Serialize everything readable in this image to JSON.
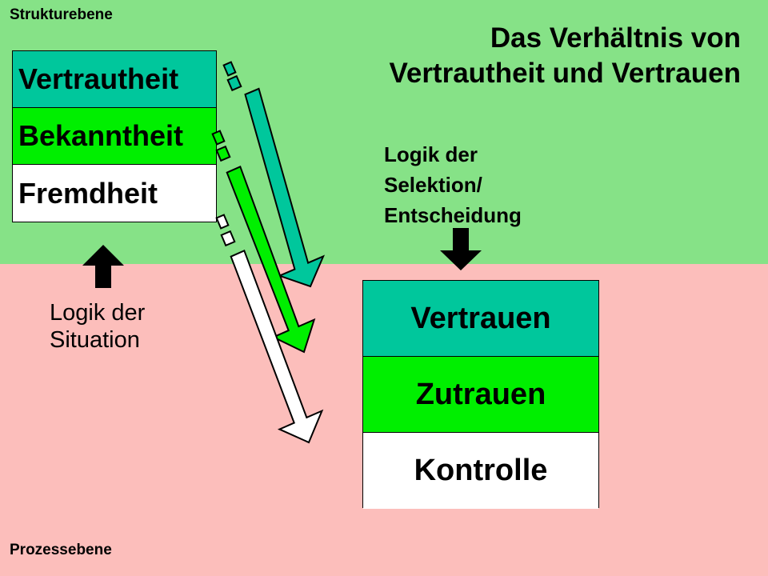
{
  "levels": {
    "structure": "Strukturebene",
    "process": "Prozessebene"
  },
  "title": {
    "line1": "Das Verhältnis von",
    "line2": "Vertrautheit und Vertrauen"
  },
  "structure_stack": [
    {
      "label": "Vertrautheit",
      "color": "#00c79c"
    },
    {
      "label": "Bekanntheit",
      "color": "#00ef00"
    },
    {
      "label": "Fremdheit",
      "color": "#ffffff"
    }
  ],
  "process_stack": [
    {
      "label": "Vertrauen",
      "color": "#00c79c"
    },
    {
      "label": "Zutrauen",
      "color": "#00ef00"
    },
    {
      "label": "Kontrolle",
      "color": "#ffffff"
    }
  ],
  "situation_logic": {
    "line1": "Logik der",
    "line2": "Situation",
    "arrow_icon": "arrow-up-icon"
  },
  "selection_logic": {
    "line1": "Logik der",
    "line2": "Selektion/",
    "line3": "Entscheidung",
    "arrow_icon": "arrow-down-icon"
  },
  "colors": {
    "structure_band": "#86e287",
    "process_band": "#fcbebb",
    "teal": "#00c79c",
    "green": "#00ef00",
    "white": "#ffffff"
  }
}
